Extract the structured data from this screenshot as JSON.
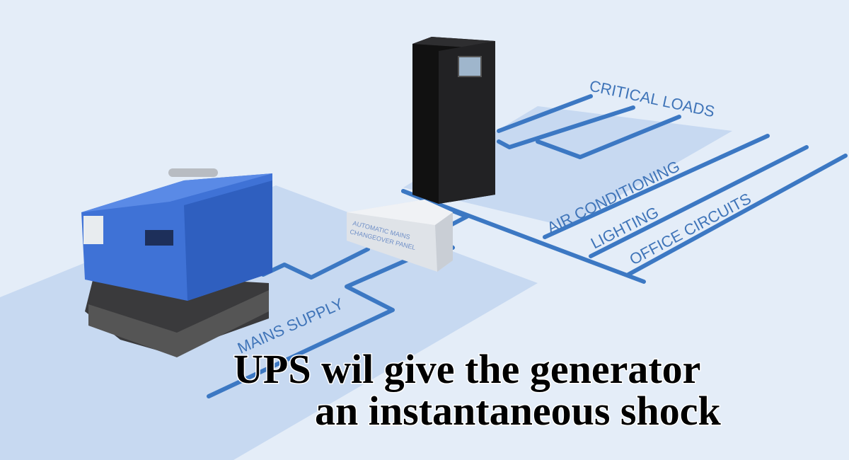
{
  "labels": {
    "critical_loads": "CRITICAL LOADS",
    "air_conditioning": "AIR CONDITIONING",
    "lighting": "LIGHTING",
    "office_circuits": "OFFICE CIRCUITS",
    "mains_supply": "MAINS SUPPLY",
    "panel_line1": "AUTOMATIC MAINS",
    "panel_line2": "CHANGEOVER PANEL"
  },
  "caption": {
    "line1": "UPS wil give the generator",
    "line2": "an instantaneous shock"
  },
  "colors": {
    "background": "#e4edf8",
    "platform": "#c5d8f1",
    "wire": "#3c78c3",
    "generator": "#3d6fd0",
    "ups": "#1c1c1e"
  }
}
